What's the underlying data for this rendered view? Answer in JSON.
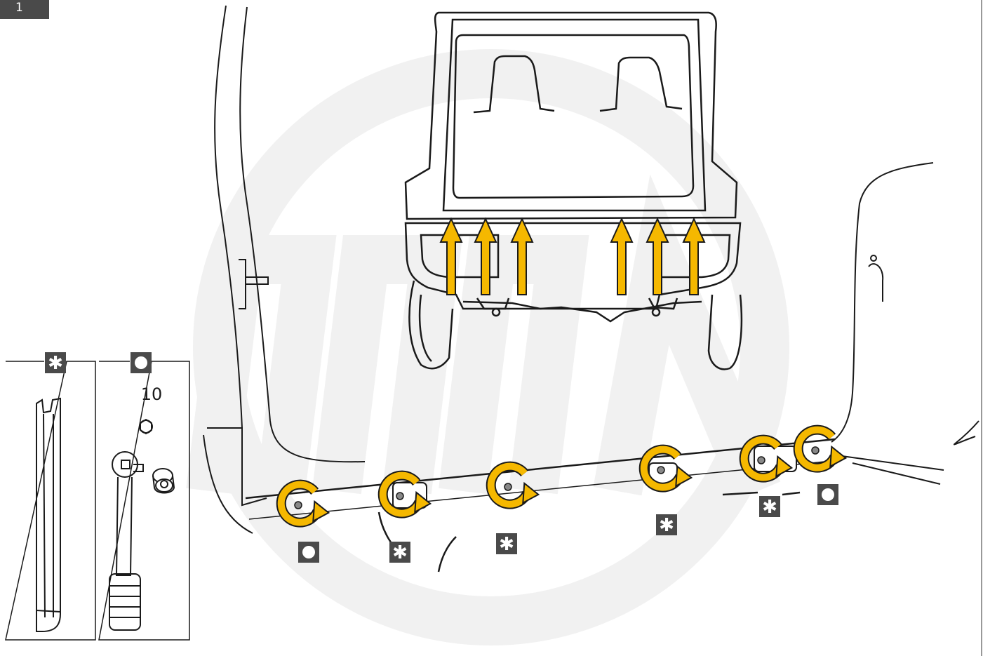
{
  "step_number": "1",
  "colors": {
    "arrow": "#f5b800",
    "badge": "#4a4a4a",
    "line": "#1a1a1a"
  },
  "tools": {
    "trim_tool": {
      "symbol": "✱",
      "icon": "trim-removal-tool-icon"
    },
    "socket_tool": {
      "symbol": "●",
      "size_label": "10",
      "icon": "ratchet-socket-icon"
    }
  },
  "symbols": {
    "asterisk": "✱"
  },
  "fasteners": [
    {
      "type": "bolt"
    },
    {
      "type": "clip"
    },
    {
      "type": "clip"
    },
    {
      "type": "clip"
    },
    {
      "type": "clip"
    },
    {
      "type": "bolt"
    }
  ],
  "lift_arrows": 6
}
